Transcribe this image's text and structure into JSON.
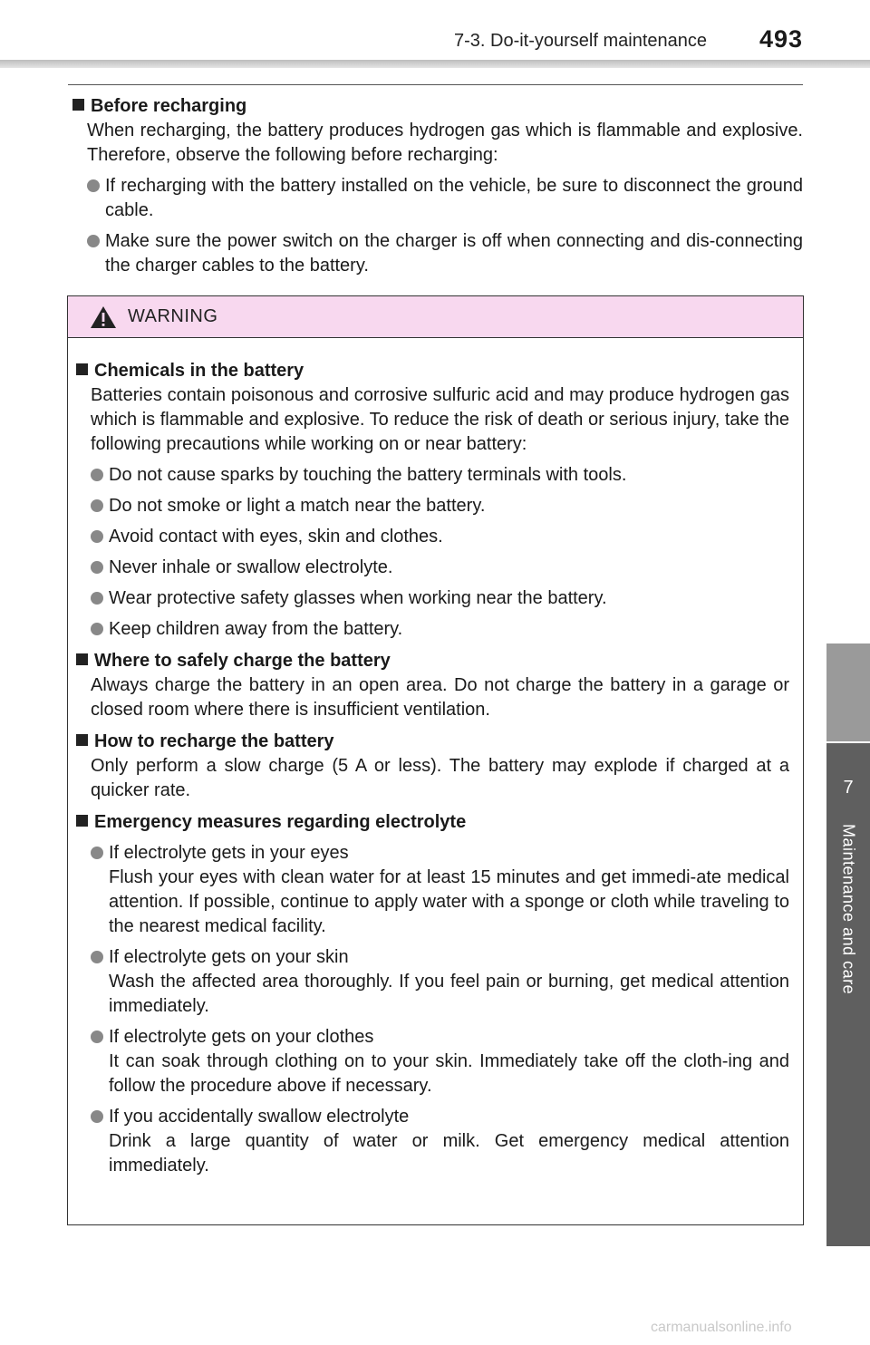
{
  "header": {
    "section": "7-3. Do-it-yourself maintenance",
    "page_number": "493"
  },
  "side_tab": {
    "number": "7",
    "label": "Maintenance and care"
  },
  "before": {
    "heading": "Before recharging",
    "text": "When recharging, the battery produces hydrogen gas which is flammable and explosive. Therefore, observe the following before recharging:",
    "bullets": [
      "If recharging with the battery installed on the vehicle, be sure to disconnect the ground cable.",
      "Make sure the power switch on the charger is off when connecting and dis-connecting the charger cables to the battery."
    ]
  },
  "warning": {
    "title": "WARNING",
    "chemicals": {
      "heading": "Chemicals in the battery",
      "text": "Batteries contain poisonous and corrosive sulfuric acid and may produce hydrogen gas which is flammable and explosive. To reduce the risk of death or serious injury, take the following precautions while working on or near battery:",
      "bullets": [
        "Do not cause sparks by touching the battery terminals with tools.",
        "Do not smoke or light a match near the battery.",
        "Avoid contact with eyes, skin and clothes.",
        "Never inhale or swallow electrolyte.",
        "Wear protective safety glasses when working near the battery.",
        "Keep children away from the battery."
      ]
    },
    "where": {
      "heading": "Where to safely charge the battery",
      "text": "Always charge the battery in an open area. Do not charge the battery in a garage or closed room where there is insufficient ventilation."
    },
    "how": {
      "heading": "How to recharge the battery",
      "text": "Only perform a slow charge (5 A or less). The battery may explode if charged at a quicker rate."
    },
    "emergency": {
      "heading": "Emergency measures regarding electrolyte",
      "items": [
        {
          "title": "If electrolyte gets in your eyes",
          "text": "Flush your eyes with clean water for at least 15 minutes and get immedi-ate medical attention. If possible, continue to apply water with a sponge or cloth while traveling to the nearest medical facility."
        },
        {
          "title": "If electrolyte gets on your skin",
          "text": "Wash the affected area thoroughly. If you feel pain or burning, get medical attention immediately."
        },
        {
          "title": "If electrolyte gets on your clothes",
          "text": "It can soak through clothing on to your skin. Immediately take off the cloth-ing and follow the procedure above if necessary."
        },
        {
          "title": "If you accidentally swallow electrolyte",
          "text": "Drink a large quantity of water or milk. Get emergency medical attention immediately."
        }
      ]
    }
  },
  "footer": {
    "watermark": "carmanualsonline.info"
  }
}
